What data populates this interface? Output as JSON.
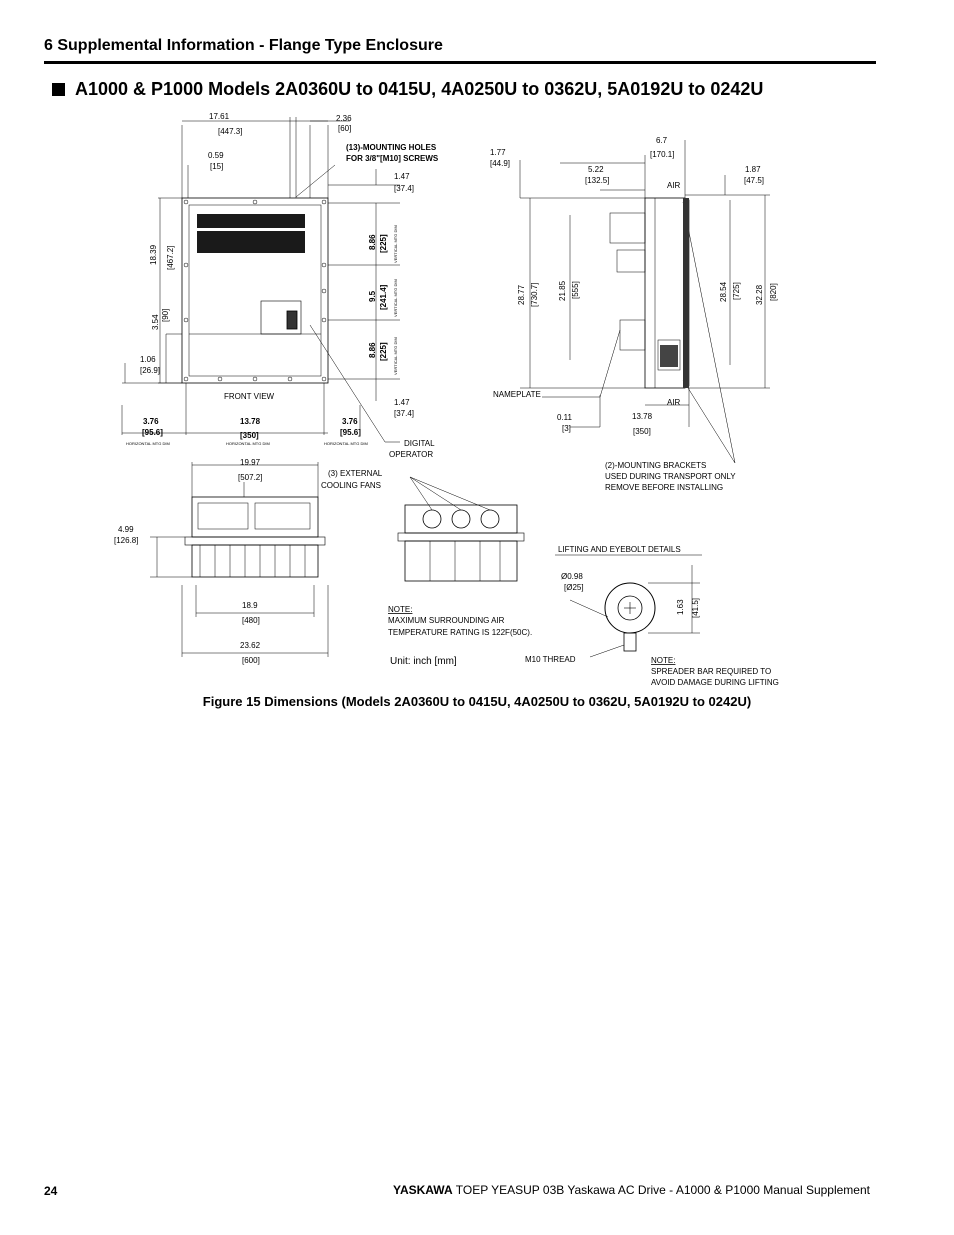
{
  "header": {
    "section": "6  Supplemental Information - Flange Type Enclosure",
    "title": "A1000 & P1000 Models 2A0360U to 0415U, 4A0250U to 0362U, 5A0192U to 0242U"
  },
  "drawing": {
    "front": {
      "width_in": "17.61",
      "width_mm": "[447.3]",
      "flange_in": "2.36",
      "flange_mm": "[60]",
      "offset_in": "0.59",
      "offset_mm": "[15]",
      "holes_1": "(13)-MOUNTING HOLES",
      "holes_2": "FOR 3/8\"[M10] SCREWS",
      "top_in": "1.47",
      "top_mm": "[37.4]",
      "height_in": "18.39",
      "height_mm": "[467.2]",
      "v1_in": "8.86",
      "v1_mm": "[225]",
      "v2_in": "9.5",
      "v2_mm": "[241.4]",
      "v3_in": "8.86",
      "v3_mm": "[225]",
      "vmtg": "VERTICAL MTG DIM",
      "low_in": "3.54",
      "low_mm": "[90]",
      "side_in": "1.06",
      "side_mm": "[26.9]",
      "view_label": "FRONT VIEW",
      "bot_in": "1.47",
      "bot_mm": "[37.4]",
      "h1_in": "3.76",
      "h1_mm": "[95.6]",
      "h2_in": "13.78",
      "h2_mm": "[350]",
      "h3_in": "3.76",
      "h3_mm": "[95.6]",
      "hmtg": "HORIZONTAL MTG DIM",
      "digital_1": "DIGITAL",
      "digital_2": "OPERATOR"
    },
    "side": {
      "top_in": "6.7",
      "top_mm": "[170.1]",
      "a_in": "1.77",
      "a_mm": "[44.9]",
      "b_in": "5.22",
      "b_mm": "[132.5]",
      "c_in": "1.87",
      "c_mm": "[47.5]",
      "air": "AIR",
      "h_in": "28.77",
      "h_mm": "[730.7]",
      "m_in": "21.85",
      "m_mm": "[555]",
      "r_in": "28.54",
      "r_mm": "[725]",
      "t_in": "32.28",
      "t_mm": "[820]",
      "nameplate": "NAMEPLATE",
      "d_in": "0.11",
      "d_mm": "[3]",
      "e_in": "13.78",
      "e_mm": "[350]",
      "brackets_1": "(2)-MOUNTING BRACKETS",
      "brackets_2": "USED DURING TRANSPORT ONLY",
      "brackets_3": "REMOVE BEFORE INSTALLING"
    },
    "bottom": {
      "w_in": "19.97",
      "w_mm": "[507.2]",
      "h_in": "4.99",
      "h_mm": "[126.8]",
      "i_in": "18.9",
      "i_mm": "[480]",
      "o_in": "23.62",
      "o_mm": "[600]",
      "fans_1": "(3) EXTERNAL",
      "fans_2": "COOLING FANS"
    },
    "notes": {
      "note_label": "NOTE:",
      "note_1": "MAXIMUM SURROUNDING AIR",
      "note_2": "TEMPERATURE RATING IS 122F(50C).",
      "unit": "Unit: inch [mm]"
    },
    "eyebolt": {
      "title": "LIFTING AND EYEBOLT DETAILS",
      "dia_in": "Ø0.98",
      "dia_mm": "[Ø25]",
      "h_in": "1.63",
      "h_mm": "[41.5]",
      "thread": "M10 THREAD",
      "note_label": "NOTE:",
      "note_1": "SPREADER BAR REQUIRED TO",
      "note_2": "AVOID DAMAGE DURING LIFTING"
    }
  },
  "caption": "Figure 15  Dimensions (Models 2A0360U to 0415U, 4A0250U to 0362U, 5A0192U to 0242U)",
  "footer": {
    "page": "24",
    "brand": "YASKAWA",
    "text": " TOEP YEASUP 03B Yaskawa AC Drive - A1000 & P1000 Manual Supplement"
  }
}
